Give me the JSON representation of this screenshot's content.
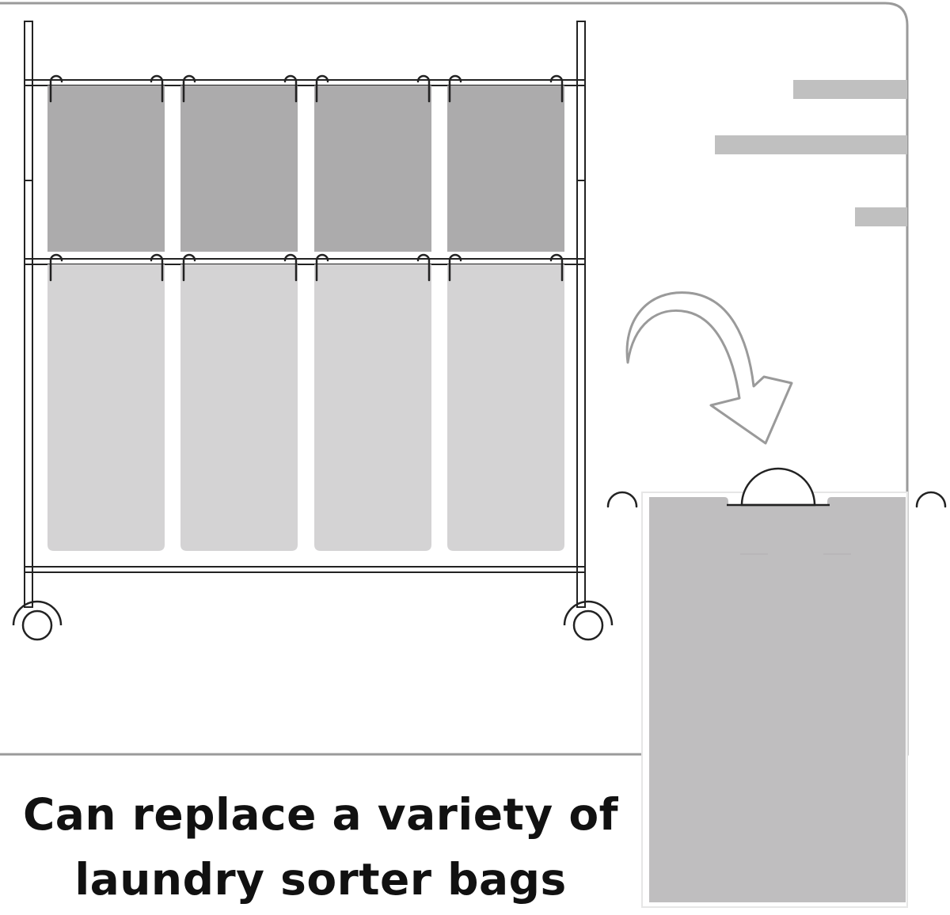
{
  "caption": {
    "line1": "Can replace a variety of",
    "line2": "laundry sorter bags"
  },
  "colors": {
    "frame": "#222222",
    "panel_border": "#9a9a9a",
    "bag_top": "#acabac",
    "bag_bottom": "#d4d3d4",
    "loose_bag": "#bfbebf",
    "motion_bars": "#c0c0c0",
    "caption_text": "#111111"
  },
  "illustration": {
    "bag_columns": 4,
    "bag_rows": 2,
    "wheels": 2,
    "icons": [
      "curved-arrow-icon",
      "semicircle-handle-icon",
      "hook-icon",
      "wheel-icon"
    ]
  }
}
